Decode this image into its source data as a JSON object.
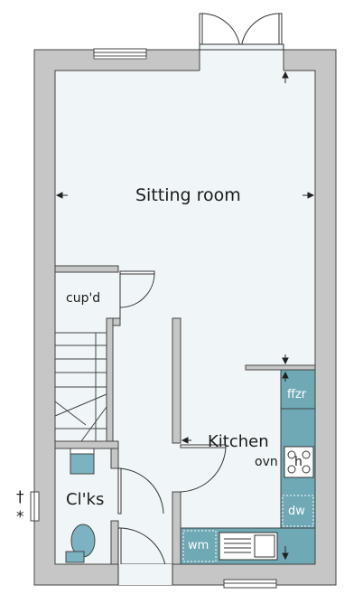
{
  "rooms": {
    "sitting_room": "Sitting room",
    "kitchen": "Kitchen",
    "cloaks": "Cl'ks",
    "cupboard": "cup'd"
  },
  "appliances": {
    "fridge_freezer": "ffzr",
    "oven": "ovn",
    "hob": "h",
    "dishwasher": "dw",
    "washing_machine": "wm"
  },
  "symbols": {
    "dagger": "†",
    "asterisk": "*"
  },
  "colors": {
    "wall": "#c6c6c6",
    "floor": "#f0f6f8",
    "fitted_unit": "#6ea9b5",
    "sanitaryware": "#7cb3c0",
    "line": "#333333"
  }
}
